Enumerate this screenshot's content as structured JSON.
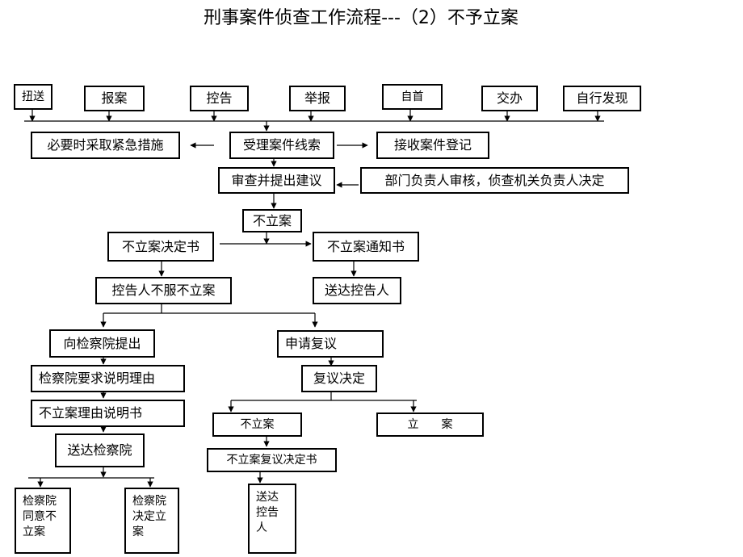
{
  "title": "刑事案件侦查工作流程---（2）不予立案",
  "sources": [
    "扭送",
    "报案",
    "控告",
    "举报",
    "自首",
    "交办",
    "自行发现"
  ],
  "nodes": {
    "emergency": "必要时采取紧急措施",
    "receive_clue": "受理案件线索",
    "register": "接收案件登记",
    "review_suggest": "审查并提出建议",
    "dept_review": "部门负责人审核，侦查机关负责人决定",
    "no_case": "不立案",
    "decision_doc": "不立案决定书",
    "notice_doc": "不立案通知书",
    "complainant_refuse": "控告人不服不立案",
    "deliver_complainant": "送达控告人",
    "to_procuratorate": "向检察院提出",
    "apply_review": "申请复议",
    "proc_require": "检察院要求说明理由",
    "review_decision": "复议决定",
    "reason_doc": "不立案理由说明书",
    "review_no_case": "不立案",
    "review_file_case": "立　　案",
    "deliver_proc": "送达检察院",
    "review_decision_doc": "不立案复议决定书",
    "proc_agree": "检察院同意不立案",
    "proc_decide": "检察院决定立案",
    "deliver_complainant2": "送达控告人"
  }
}
